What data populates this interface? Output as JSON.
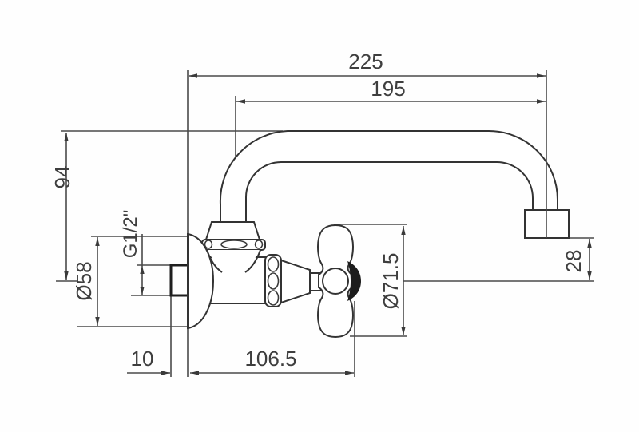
{
  "drawing": {
    "title": "wall-mounted-faucet-dimension-drawing",
    "subject": "Wall-mount faucet with cross handle and tubular swing spout, side view with dimension callouts",
    "units": "mm",
    "line_color": "#3a3a3a",
    "background_color": "#ffffff",
    "labels": {
      "total_reach": "225",
      "inner_reach": "195",
      "height_above_wall": "94",
      "flange_diameter": "Ø58",
      "thread_size": "G1/2\"",
      "handle_diameter": "Ø71.5",
      "outlet_drop": "28",
      "wall_gap": "10",
      "body_length": "106.5"
    }
  }
}
